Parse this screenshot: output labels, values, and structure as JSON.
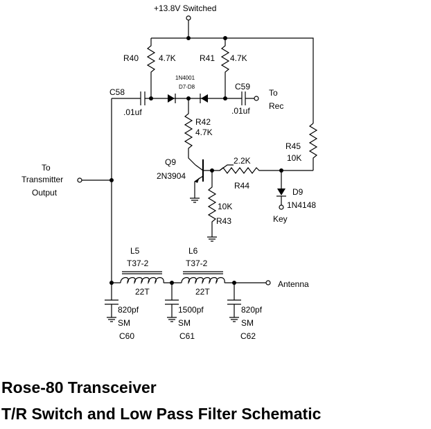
{
  "supply": "+13.8V Switched",
  "R40": {
    "ref": "R40",
    "val": "4.7K"
  },
  "R41": {
    "ref": "R41",
    "val": "4.7K"
  },
  "D78": {
    "type": "1N4001",
    "refs": "D7-D8"
  },
  "C58": {
    "ref": "C58",
    "val": ".01uf"
  },
  "C59": {
    "ref": "C59",
    "val": ".01uf"
  },
  "to_rec": {
    "line1": "To",
    "line2": "Rec"
  },
  "R42": {
    "ref": "R42",
    "val": "4.7K"
  },
  "R45": {
    "ref": "R45",
    "val": "10K"
  },
  "Q9": {
    "ref": "Q9",
    "type": "2N3904"
  },
  "R44": {
    "ref": "R44",
    "val": "2.2K"
  },
  "D9": {
    "ref": "D9",
    "type": "1N4148"
  },
  "key": "Key",
  "R43": {
    "ref": "R43",
    "val": "10K"
  },
  "tx_out": {
    "line1": "To",
    "line2": "Transmitter",
    "line3": "Output"
  },
  "L5": {
    "ref": "L5",
    "core": "T37-2",
    "turns": "22T"
  },
  "L6": {
    "ref": "L6",
    "core": "T37-2",
    "turns": "22T"
  },
  "antenna": "Antenna",
  "C60": {
    "ref": "C60",
    "val": "820pf",
    "type": "SM"
  },
  "C61": {
    "ref": "C61",
    "val": "1500pf",
    "type": "SM"
  },
  "C62": {
    "ref": "C62",
    "val": "820pf",
    "type": "SM"
  },
  "title": {
    "line1": "Rose-80 Transceiver",
    "line2": "T/R Switch and Low Pass Filter Schematic"
  }
}
